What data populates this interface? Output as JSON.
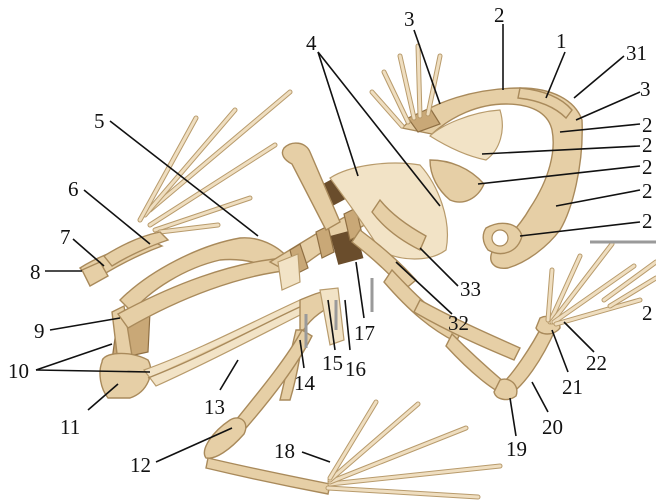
{
  "labels": [
    "1",
    "2",
    "3",
    "3",
    "4",
    "5",
    "6",
    "7",
    "8",
    "9",
    "10",
    "11",
    "12",
    "13",
    "14",
    "15",
    "16",
    "17",
    "18",
    "19",
    "20",
    "21",
    "22",
    "31",
    "32",
    "33",
    "2",
    "2",
    "2",
    "2",
    "2",
    "2"
  ],
  "colors": {
    "bone": "#e6cfa6",
    "bone_outline": "#a98a5b",
    "shadow": "#6a4d2c",
    "label": "#111111",
    "background": "#ffffff"
  }
}
